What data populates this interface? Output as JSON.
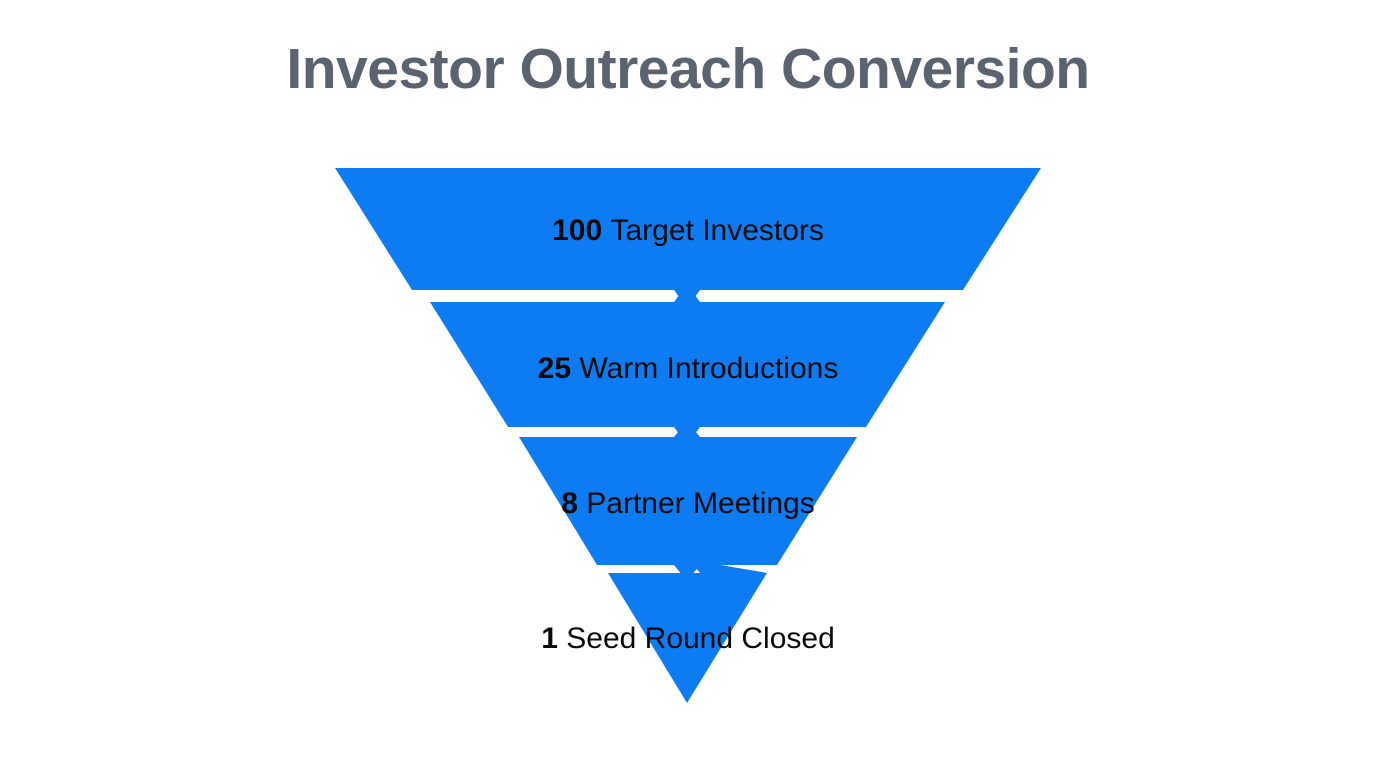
{
  "title": "Investor Outreach Conversion",
  "colors": {
    "funnel": "#0d7bf2",
    "background": "#ffffff",
    "title": "#5b6370",
    "label": "#0a0a0a"
  },
  "chart_data": {
    "type": "funnel",
    "title": "Investor Outreach Conversion",
    "xlabel": "",
    "ylabel": "",
    "orientation": "inverted-triangle",
    "grid": false,
    "legend": "none",
    "stages": [
      {
        "value": 100,
        "value_text": "100",
        "label": "Target Investors",
        "full_text": "100 Target Investors"
      },
      {
        "value": 25,
        "value_text": "25",
        "label": "Warm Introductions",
        "full_text": "25 Warm Introductions"
      },
      {
        "value": 8,
        "value_text": "8",
        "label": "Partner Meetings",
        "full_text": "8 Partner Meetings"
      },
      {
        "value": 1,
        "value_text": "1",
        "label": "Seed Round Closed",
        "full_text": "1 Seed Round Closed"
      }
    ],
    "categories": [
      "Target Investors",
      "Warm Introductions",
      "Partner Meetings",
      "Seed Round Closed"
    ],
    "values": [
      100,
      25,
      8,
      1
    ]
  }
}
